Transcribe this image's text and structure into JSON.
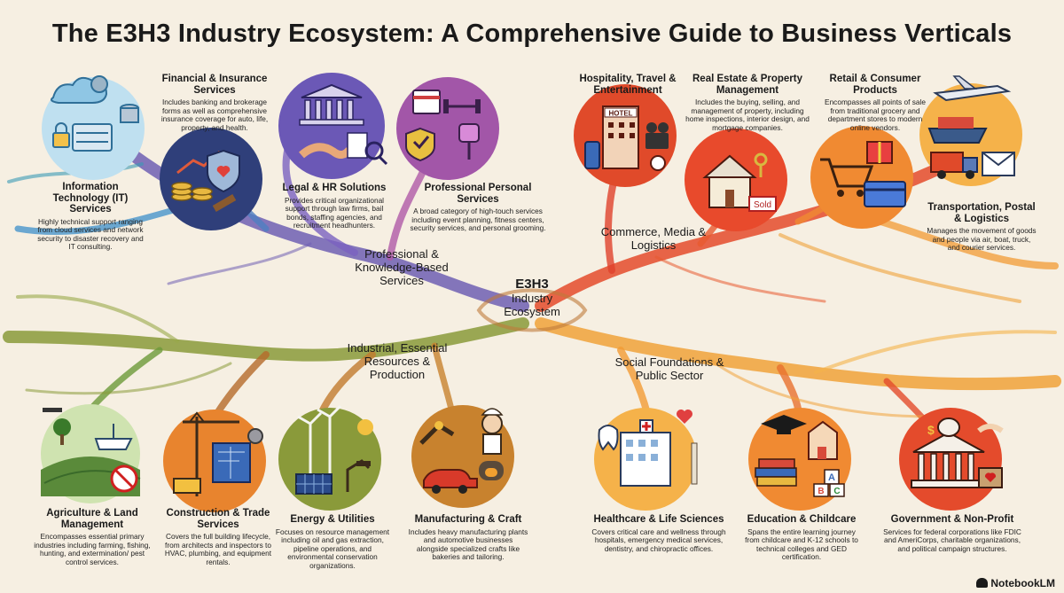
{
  "title": "The E3H3 Industry Ecosystem: A Comprehensive Guide to Business Verticals",
  "center": {
    "line1": "E3H3",
    "line2": "Industry",
    "line3": "Ecosystem"
  },
  "branches": {
    "professional": "Professional & Knowledge-Based Services",
    "commerce": "Commerce, Media & Logistics",
    "industrial": "Industrial, Essential Resources & Production",
    "social": "Social Foundations & Public Sector"
  },
  "nodes": {
    "it": {
      "title": "Information Technology (IT) Services",
      "desc": "Highly technical support ranging from cloud services and network security to disaster recovery and IT consulting."
    },
    "financial": {
      "title": "Financial & Insurance Services",
      "desc": "Includes banking and brokerage forms as well as comprehensive insurance coverage for auto, life, property, and health."
    },
    "legal": {
      "title": "Legal & HR Solutions",
      "desc": "Provides critical organizational support through law firms, bail bonds, staffing agencies, and recruitment headhunters."
    },
    "personal": {
      "title": "Professional Personal Services",
      "desc": "A broad category of high-touch services including event planning, fitness centers, security services, and personal grooming."
    },
    "hospitality": {
      "title": "Hospitality, Travel & Entertainment",
      "desc": ""
    },
    "realestate": {
      "title": "Real Estate & Property Management",
      "desc": "Includes the buying, selling, and management of property, including home inspections, interior design, and mortgage companies."
    },
    "retail": {
      "title": "Retail & Consumer Products",
      "desc": "Encompasses all points of sale from traditional grocery and department stores to modern online vendors."
    },
    "transport": {
      "title": "Transportation, Postal & Logistics",
      "desc": "Manages the movement of goods and people via air, boat, truck, and courier services."
    },
    "agriculture": {
      "title": "Agriculture & Land Management",
      "desc": "Encompasses essential primary industries including farming, fishing, hunting, and extermination/ pest control services."
    },
    "construction": {
      "title": "Construction & Trade Services",
      "desc": "Covers the full building lifecycle, from architects and inspectors to HVAC, plumbing, and equipment rentals."
    },
    "energy": {
      "title": "Energy & Utilities",
      "desc": "Focuses on resource management including oil and gas extraction, pipeline operations, and environmental conservation organizations."
    },
    "manufacturing": {
      "title": "Manufacturing & Craft",
      "desc": "Includes heavy manufacturing plants and automotive businesses alongside specialized crafts like bakeries and tailoring."
    },
    "healthcare": {
      "title": "Healthcare & Life Sciences",
      "desc": "Covers critical care and wellness through hospitals, emergency medical services, dentistry, and chiropractic offices."
    },
    "education": {
      "title": "Education & Childcare",
      "desc": "Spans the entire learning journey from childcare and K-12 schools to technical colleges and GED certification."
    },
    "government": {
      "title": "Government & Non-Profit",
      "desc": "Services for federal corporations like FDIC and AmeriCorps, charitable organizations, and political campaign structures."
    }
  },
  "icon_labels": {
    "hotel": "HOTEL",
    "sold": "Sold",
    "block_a": "A",
    "block_b": "B",
    "block_c": "C"
  },
  "badge": "NotebookLM",
  "colors": {
    "background": "#f6efe2",
    "professional_branch": "#6b5fb0",
    "commerce_branch": "#e8542e",
    "industrial_branch": "#8a9a3a",
    "social_branch": "#f0a23a"
  }
}
